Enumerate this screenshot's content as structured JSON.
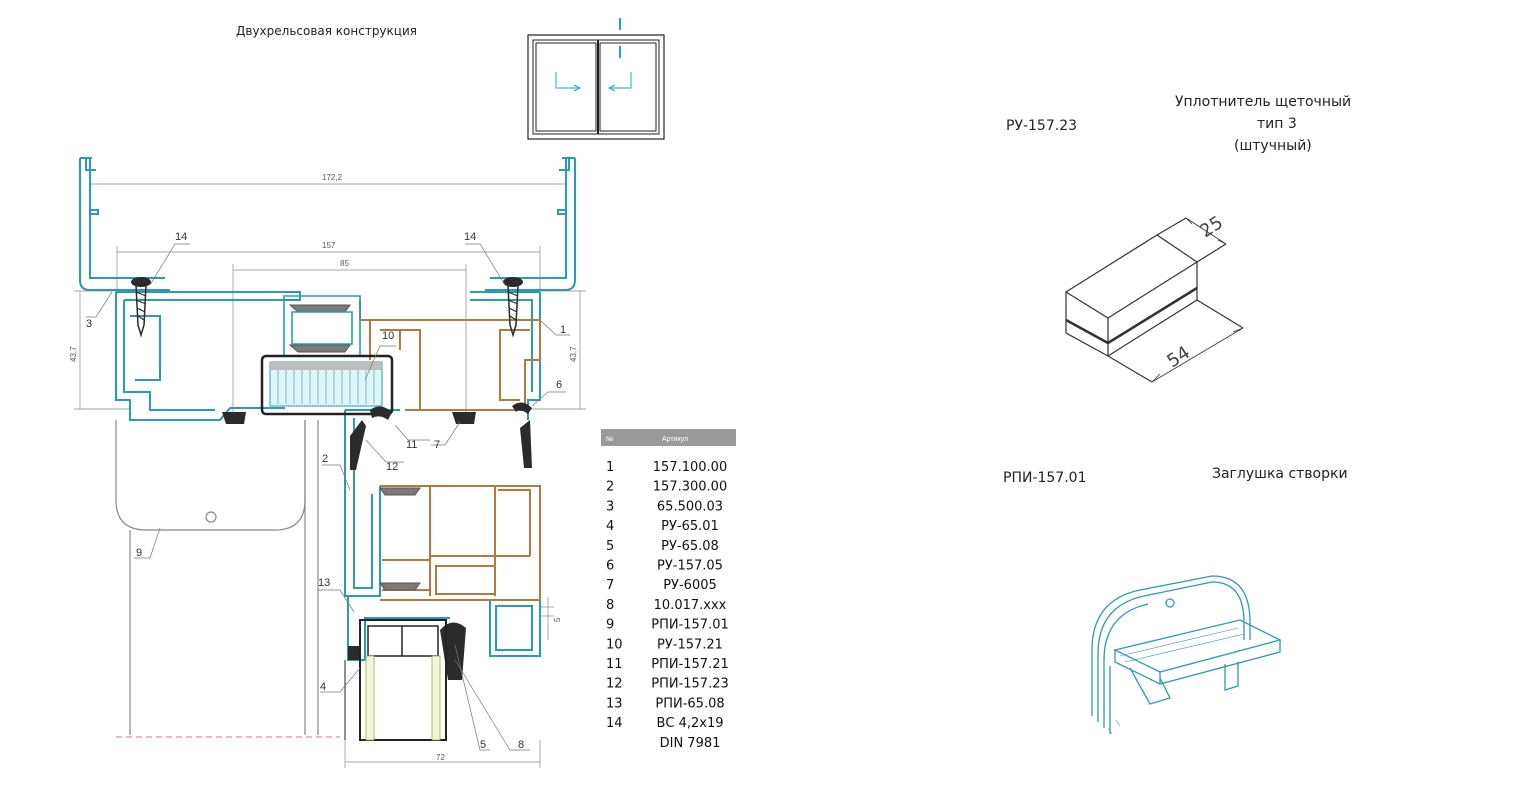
{
  "title": "Двухрельсовая конструкция",
  "dimensions": {
    "width_total": "172,2",
    "frame_width": "157",
    "inner_width": "85",
    "height_left": "43,7",
    "height_right": "43,7",
    "bottom_width": "72",
    "gap": "5"
  },
  "callouts": [
    "1",
    "2",
    "3",
    "4",
    "5",
    "6",
    "7",
    "8",
    "9",
    "10",
    "11",
    "12",
    "13",
    "14",
    "14"
  ],
  "parts_table": {
    "headers": [
      "№",
      "Артикул"
    ],
    "rows": [
      {
        "no": "1",
        "art": "157.100.00"
      },
      {
        "no": "2",
        "art": "157.300.00"
      },
      {
        "no": "3",
        "art": "65.500.03"
      },
      {
        "no": "4",
        "art": "РУ-65.01"
      },
      {
        "no": "5",
        "art": "РУ-65.08"
      },
      {
        "no": "6",
        "art": "РУ-157.05"
      },
      {
        "no": "7",
        "art": "РУ-6005"
      },
      {
        "no": "8",
        "art": "10.017.xxx"
      },
      {
        "no": "9",
        "art": "РПИ-157.01"
      },
      {
        "no": "10",
        "art": "РУ-157.21"
      },
      {
        "no": "11",
        "art": "РПИ-157.21"
      },
      {
        "no": "12",
        "art": "РПИ-157.23"
      },
      {
        "no": "13",
        "art": "РПИ-65.08"
      },
      {
        "no": "14",
        "art": "ВС 4,2х19"
      },
      {
        "no": "",
        "art": "DIN 7981"
      }
    ]
  },
  "accessory_1": {
    "code": "РУ-157.23",
    "name_line1": "Уплотнитель щеточный",
    "name_line2": "тип 3",
    "name_line3": "(штучный)",
    "dim_a": "25",
    "dim_b": "54"
  },
  "accessory_2": {
    "code": "РПИ-157.01",
    "name": "Заглушка створки"
  },
  "colors": {
    "aluminium_blue": "#2a9bb5",
    "insert_orange": "#b27a3c",
    "gasket_gray": "#7a7a7a",
    "table_header": "#9a9a9a",
    "dim_line": "#888888"
  }
}
